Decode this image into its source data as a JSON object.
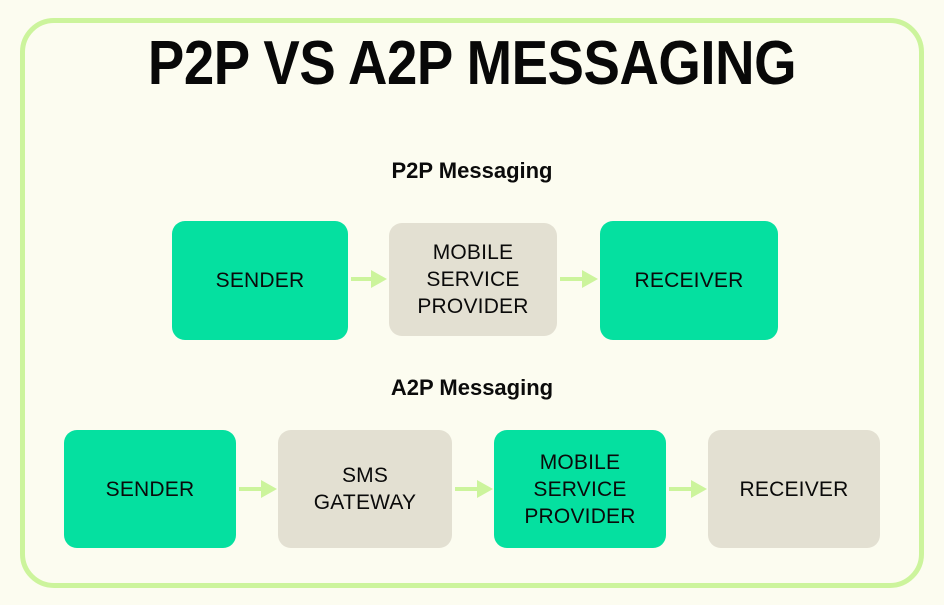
{
  "title": "P2P VS A2P MESSAGING",
  "colors": {
    "page_background": "#FCFCF0",
    "frame_border": "#CCF49C",
    "node_green": "#05E0A0",
    "node_beige": "#E3E0D2",
    "arrow": "#CCF49C",
    "text": "#0A0A0A"
  },
  "sections": [
    {
      "heading": "P2P Messaging",
      "nodes": [
        {
          "label": "SENDER",
          "style": "green"
        },
        {
          "label": "MOBILE\nSERVICE\nPROVIDER",
          "style": "beige"
        },
        {
          "label": "RECEIVER",
          "style": "green"
        }
      ],
      "arrows": [
        {
          "from": "SENDER",
          "to": "MOBILE SERVICE PROVIDER",
          "direction": "right"
        },
        {
          "from": "MOBILE SERVICE PROVIDER",
          "to": "RECEIVER",
          "direction": "right"
        }
      ]
    },
    {
      "heading": "A2P Messaging",
      "nodes": [
        {
          "label": "SENDER",
          "style": "green"
        },
        {
          "label": "SMS\nGATEWAY",
          "style": "beige"
        },
        {
          "label": "MOBILE\nSERVICE\nPROVIDER",
          "style": "green"
        },
        {
          "label": "RECEIVER",
          "style": "beige"
        }
      ],
      "arrows": [
        {
          "from": "SENDER",
          "to": "SMS GATEWAY",
          "direction": "right"
        },
        {
          "from": "SMS GATEWAY",
          "to": "MOBILE SERVICE PROVIDER",
          "direction": "right"
        },
        {
          "from": "MOBILE SERVICE PROVIDER",
          "to": "RECEIVER",
          "direction": "right"
        }
      ]
    }
  ]
}
